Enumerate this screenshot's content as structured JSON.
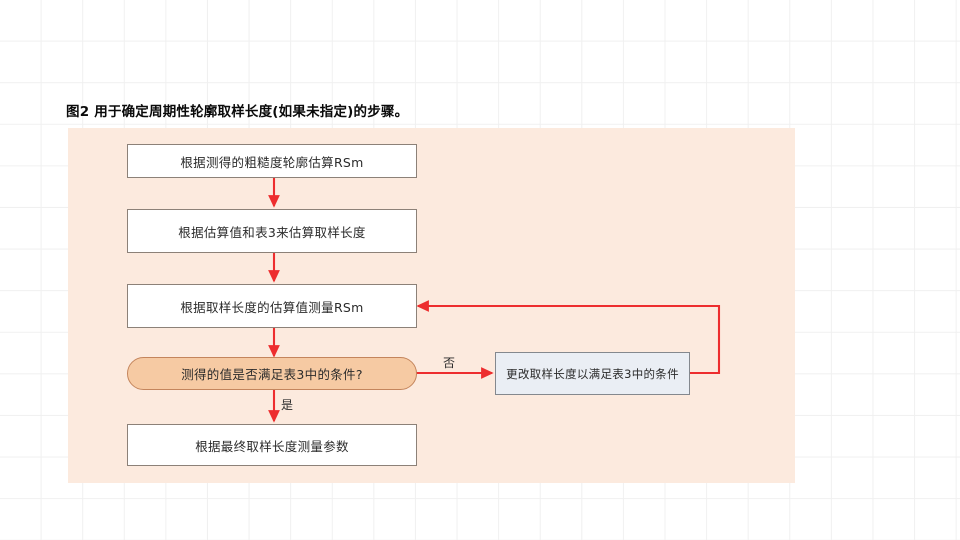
{
  "page": {
    "background_color": "#ffffff",
    "grid_color": "#f0f0f0"
  },
  "figure": {
    "title": "图2 用于确定周期性轮廓取样长度(如果未指定)的步骤。",
    "panel_color": "#fceade",
    "arrow_color": "#ed2d2e",
    "box_fill": "#ffffff",
    "box_border": "#8c8178",
    "decision_fill": "#f6caa3",
    "decision_border": "#c4855c",
    "alt_fill": "#eaeef4",
    "alt_border": "#84888e"
  },
  "flow": {
    "nodes": [
      {
        "id": "estimate-rsm",
        "label": "根据测得的粗糙度轮廓估算RSm",
        "shape": "rect"
      },
      {
        "id": "estimate-length",
        "label": "根据估算值和表3来估算取样长度",
        "shape": "rect"
      },
      {
        "id": "measure-rsm",
        "label": "根据取样长度的估算值测量RSm",
        "shape": "rect"
      },
      {
        "id": "check-condition",
        "label": "测得的值是否满足表3中的条件?",
        "shape": "decision"
      },
      {
        "id": "measure-parameters",
        "label": "根据最终取样长度测量参数",
        "shape": "rect"
      },
      {
        "id": "change-length",
        "label": "更改取样长度以满足表3中的条件",
        "shape": "alt"
      }
    ],
    "edge_labels": {
      "yes": "是",
      "no": "否"
    }
  }
}
